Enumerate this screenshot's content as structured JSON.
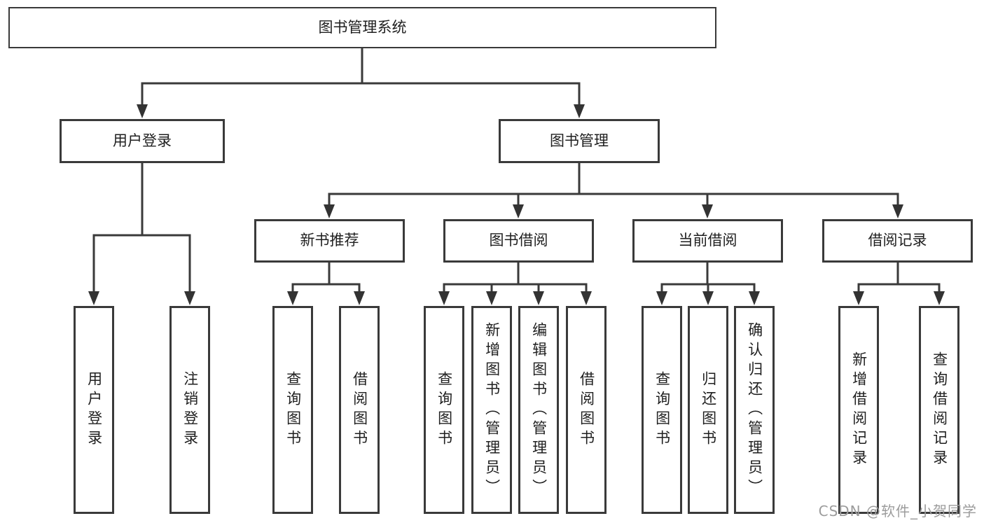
{
  "diagram": {
    "root": {
      "label": "图书管理系统"
    },
    "login_branch": {
      "label": "用户登录",
      "children": [
        {
          "label": "用户登录"
        },
        {
          "label": "注销登录"
        }
      ]
    },
    "mgmt_branch": {
      "label": "图书管理",
      "sections": [
        {
          "label": "新书推荐",
          "children": [
            {
              "label": "查询图书"
            },
            {
              "label": "借阅图书"
            }
          ]
        },
        {
          "label": "图书借阅",
          "children": [
            {
              "label": "查询图书"
            },
            {
              "label": "新增图书（管理员）"
            },
            {
              "label": "编辑图书（管理员）"
            },
            {
              "label": "借阅图书"
            }
          ]
        },
        {
          "label": "当前借阅",
          "children": [
            {
              "label": "查询图书"
            },
            {
              "label": "归还图书"
            },
            {
              "label": "确认归还（管理员）"
            }
          ]
        },
        {
          "label": "借阅记录",
          "children": [
            {
              "label": "新增借阅记录"
            },
            {
              "label": "查询借阅记录"
            }
          ]
        }
      ]
    },
    "watermark": "CSDN @软件_小贺同学",
    "colors": {
      "line": "#3a3a3a",
      "text": "#1f1f1f",
      "watermark": "#9c9c9c",
      "background": "#ffffff"
    }
  }
}
